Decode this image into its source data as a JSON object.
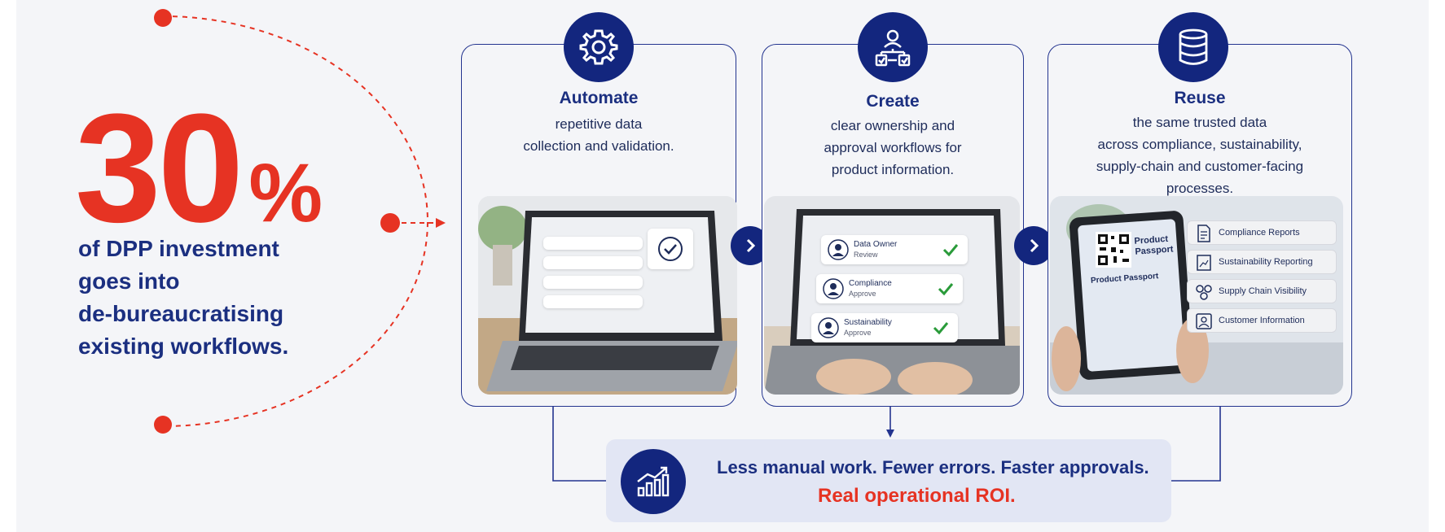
{
  "stat": {
    "number": "30",
    "percent": "%",
    "caption_lines": [
      "of DPP investment",
      "goes into",
      "de-bureaucratising",
      "existing workflows."
    ]
  },
  "cards": [
    {
      "title": "Automate",
      "desc_lines": [
        "repetitive data",
        "collection and validation."
      ],
      "icon": "gear-icon"
    },
    {
      "title": "Create",
      "desc_lines": [
        "clear ownership and",
        "approval workflows for",
        "product information."
      ],
      "icon": "user-workflow-icon",
      "screen_rows": [
        {
          "title": "Data Owner",
          "sub": "Review"
        },
        {
          "title": "Compliance",
          "sub": "Approve"
        },
        {
          "title": "Sustainability",
          "sub": "Approve"
        }
      ]
    },
    {
      "title": "Reuse",
      "desc_lines": [
        "the same trusted data",
        "across compliance, sustainability,",
        "supply-chain and customer-facing",
        "processes."
      ],
      "icon": "database-icon",
      "tablet": {
        "title": "Product Passport",
        "header": "Product Passport"
      },
      "side_items": [
        "Compliance Reports",
        "Sustainability Reporting",
        "Supply Chain Visibility",
        "Customer Information"
      ]
    }
  ],
  "result": {
    "line1": "Less manual work. Fewer errors. Faster approvals.",
    "line2": "Real operational ROI.",
    "icon": "growth-chart-icon"
  },
  "colors": {
    "accent_red": "#e63323",
    "navy": "#13267e",
    "text_navy": "#1b2f80",
    "background": "#f4f5f8"
  }
}
